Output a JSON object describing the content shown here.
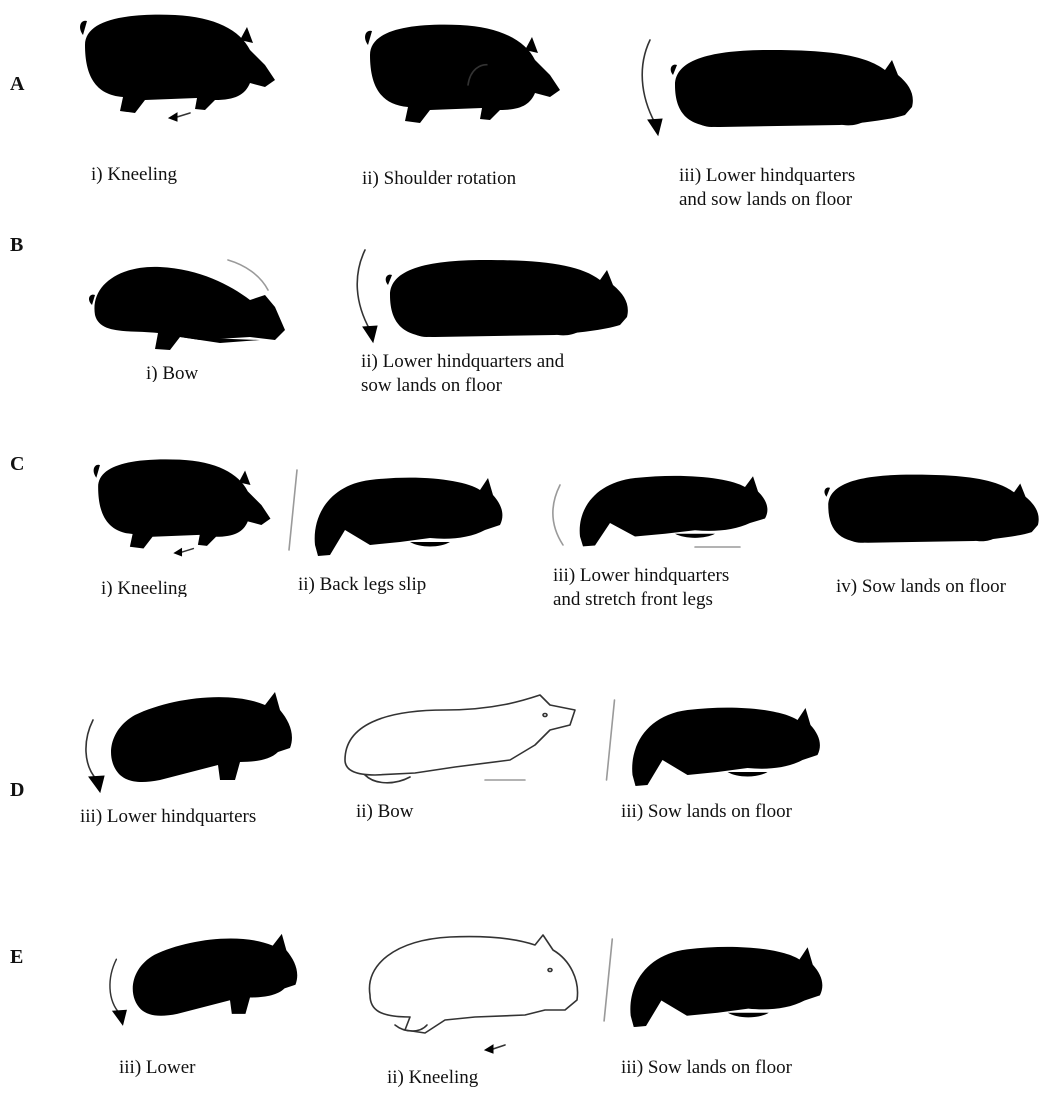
{
  "rows": [
    {
      "letter": "A",
      "stages": [
        {
          "caption": [
            "i) Kneeling"
          ],
          "icon": "pig-kneeling-icon"
        },
        {
          "caption": [
            "ii) Shoulder rotation"
          ],
          "icon": "pig-shoulder-rotation-icon"
        },
        {
          "caption": [
            "iii) Lower hindquarters",
            "and sow lands on floor"
          ],
          "icon": "pig-lying-icon"
        }
      ]
    },
    {
      "letter": "B",
      "stages": [
        {
          "caption": [
            "i) Bow"
          ],
          "icon": "pig-bow-icon"
        },
        {
          "caption": [
            "ii) Lower hindquarters and",
            "sow lands on floor"
          ],
          "icon": "pig-lying-icon"
        }
      ]
    },
    {
      "letter": "C",
      "stages": [
        {
          "caption": [
            "i) Kneeling"
          ],
          "icon": "pig-kneeling-icon"
        },
        {
          "caption": [
            "ii) Back legs slip"
          ],
          "icon": "pig-back-legs-slip-icon"
        },
        {
          "caption": [
            "iii) Lower hindquarters",
            "and stretch front legs"
          ],
          "icon": "pig-stretch-icon"
        },
        {
          "caption": [
            "iv) Sow lands on floor"
          ],
          "icon": "pig-lying-icon"
        }
      ]
    },
    {
      "letter": "D",
      "stages": [
        {
          "caption": [
            "iii) Lower hindquarters"
          ],
          "icon": "pig-sitting-icon"
        },
        {
          "caption": [
            "ii) Bow"
          ],
          "icon": "pig-bow-icon"
        },
        {
          "caption": [
            "iii) Sow lands on floor"
          ],
          "icon": "pig-back-legs-slip-icon"
        }
      ]
    },
    {
      "letter": "E",
      "stages": [
        {
          "caption": [
            "iii) Lower"
          ],
          "icon": "pig-sitting-icon"
        },
        {
          "caption": [
            "ii) Kneeling"
          ],
          "icon": "pig-kneeling-icon"
        },
        {
          "caption": [
            "iii) Sow lands on floor"
          ],
          "icon": "pig-back-legs-slip-icon"
        }
      ]
    }
  ]
}
